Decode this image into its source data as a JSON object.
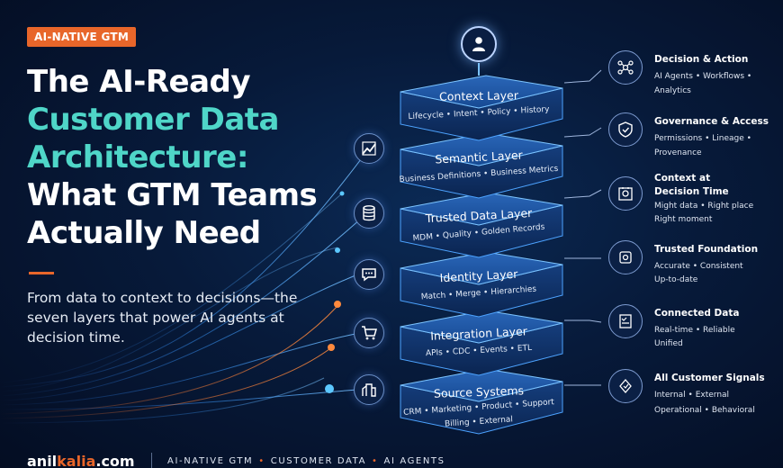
{
  "tag": "AI-NATIVE GTM",
  "title": {
    "line1": "The AI-Ready",
    "line2": "Customer Data",
    "line3": "Architecture:",
    "line4": "What GTM Teams",
    "line5": "Actually Need"
  },
  "subtitle": "From data to context to decisions—the seven layers that power AI agents at decision time.",
  "layers": [
    {
      "name": "Context Layer",
      "sub": "Lifecycle • Intent • Policy • History"
    },
    {
      "name": "Semantic Layer",
      "sub": "Business Definitions • Business Metrics"
    },
    {
      "name": "Trusted Data Layer",
      "sub": "MDM • Quality • Golden Records"
    },
    {
      "name": "Identity Layer",
      "sub": "Match • Merge • Hierarchies"
    },
    {
      "name": "Integration Layer",
      "sub": "APIs • CDC • Events • ETL"
    },
    {
      "name": "Source Systems",
      "sub": "CRM • Marketing • Product • Support",
      "sub2": "Billing • External"
    }
  ],
  "right": [
    {
      "title": "Decision & Action",
      "desc": [
        "AI Agents • Workflows • Analytics"
      ],
      "icon": "network-icon"
    },
    {
      "title": "Governance & Access",
      "desc": [
        "Permissions • Lineage • Provenance"
      ],
      "icon": "shield-icon"
    },
    {
      "title": "Context at\nDecision Time",
      "desc": [
        "Might data • Right place",
        "Right moment"
      ],
      "icon": "target-icon"
    },
    {
      "title": "Trusted Foundation",
      "desc": [
        "Accurate • Consistent",
        "Up-to-date"
      ],
      "icon": "gear-icon"
    },
    {
      "title": "Connected Data",
      "desc": [
        "Real-time • Reliable",
        "Unified"
      ],
      "icon": "checklist-icon"
    },
    {
      "title": "All Customer Signals",
      "desc": [
        "Internal • External",
        "Operational • Behavioral"
      ],
      "icon": "hand-icon"
    }
  ],
  "footer": {
    "brand_pre": "anil",
    "brand_hl": "kalia",
    "brand_post": ".com",
    "tags": [
      "AI-NATIVE GTM",
      "CUSTOMER DATA",
      "AI AGENTS"
    ]
  },
  "colors": {
    "accent": "#e8662a",
    "teal": "#4fd6c8",
    "background": "#071a3a",
    "layer_edge": "#4da3ff"
  }
}
